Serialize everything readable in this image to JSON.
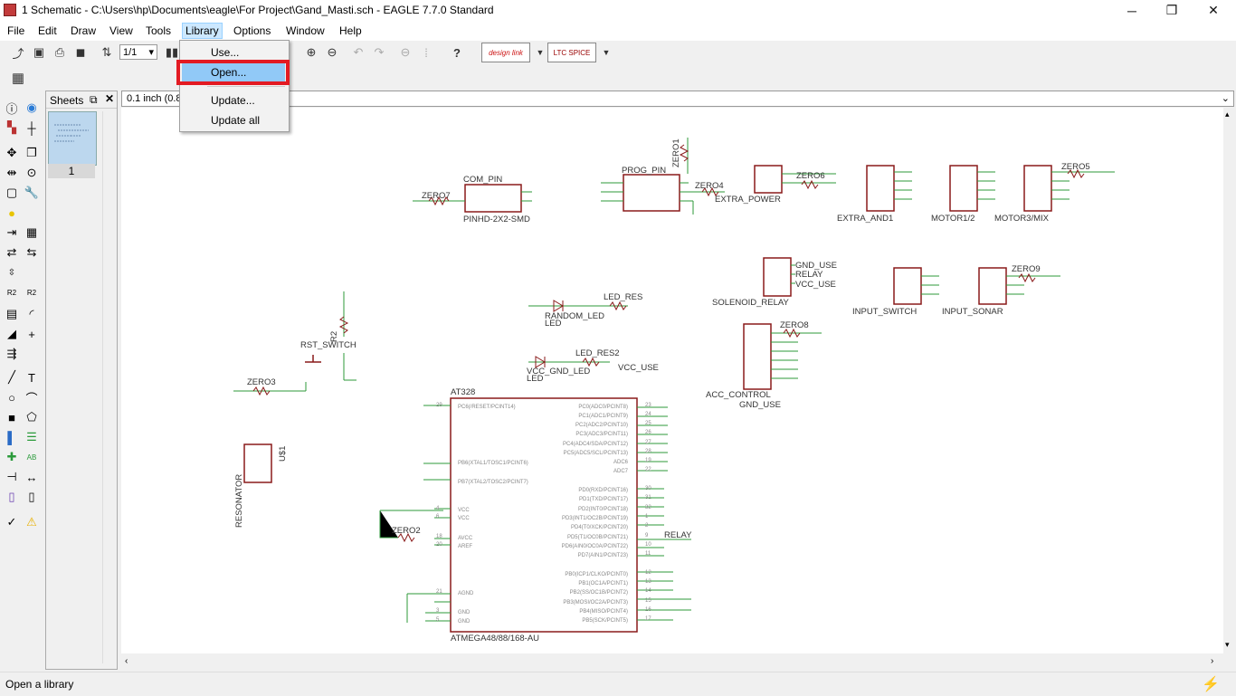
{
  "window": {
    "title": "1 Schematic - C:\\Users\\hp\\Documents\\eagle\\For Project\\Gand_Masti.sch - EAGLE 7.7.0 Standard",
    "minimize": "─",
    "restore": "❐",
    "close": "✕"
  },
  "menubar": {
    "items": [
      "File",
      "Edit",
      "Draw",
      "View",
      "Tools",
      "Library",
      "Options",
      "Window",
      "Help"
    ],
    "active": "Library"
  },
  "toolbar": {
    "sheet_select": "1/1",
    "design_link": "design link",
    "ltspice": "LTC SPICE"
  },
  "library_menu": {
    "items": [
      "Use...",
      "Open...",
      "Update...",
      "Update all"
    ],
    "highlighted": "Open..."
  },
  "sheets_panel": {
    "title": "Sheets",
    "sheet_number": "1"
  },
  "coord_bar": {
    "value": "0.1 inch (0.8"
  },
  "schematic": {
    "labels": {
      "com_pin": "COM_PIN",
      "pinhd": "PINHD-2X2-SMD",
      "zero7": "ZERO7",
      "prog_pin": "PROG_PIN",
      "zero1": "ZERO1",
      "zero4": "ZERO4",
      "extra_power": "EXTRA_POWER",
      "zero6": "ZERO6",
      "extra_and1": "EXTRA_AND1",
      "motor12": "MOTOR1/2",
      "motor3mix": "MOTOR3/MIX",
      "zero5": "ZERO5",
      "gnd_use": "GND_USE",
      "relay": "RELAY",
      "vcc_use": "VCC_USE",
      "solenoid_relay": "SOLENOID_RELAY",
      "input_switch": "INPUT_SWITCH",
      "input_sonar": "INPUT_SONAR",
      "zero9": "ZERO9",
      "led_res": "LED_RES",
      "random_led": "RANDOM_LED",
      "led": "LED",
      "led_res2": "LED_RES2",
      "vcc_gnd_led": "VCC_GND_LED",
      "vcc_use2": "VCC_USE",
      "zero8": "ZERO8",
      "acc_control": "ACC_CONTROL",
      "gnd_use2": "GND_USE",
      "r2": "R2",
      "rst_switch": "RST_SWITCH",
      "zero3": "ZERO3",
      "resonator": "RESONATOR",
      "us1": "U$1",
      "at328": "AT328",
      "atmega": "ATMEGA48/88/168-AU",
      "zero2": "ZERO2",
      "relay2": "RELAY"
    },
    "mcu_left_pins": [
      "PC6(/RESET/PCINT14)",
      "PB6(XTAL1/TOSC1/PCINT6)",
      "PB7(XTAL2/TOSC2/PCINT7)",
      "VCC",
      "VCC",
      "AVCC",
      "AREF",
      "AGND",
      "GND",
      "GND"
    ],
    "mcu_left_nums": [
      "29",
      "",
      "",
      "4",
      "6",
      "18",
      "20",
      "21",
      "3",
      "5"
    ],
    "mcu_right_pins": [
      "PC0(ADC0/PCINT8)",
      "PC1(ADC1/PCINT9)",
      "PC2(ADC2/PCINT10)",
      "PC3(ADC3/PCINT11)",
      "PC4(ADC4/SDA/PCINT12)",
      "PC5(ADC5/SCL/PCINT13)",
      "ADC6",
      "ADC7",
      "PD0(RXD/PCINT16)",
      "PD1(TXD/PCINT17)",
      "PD2(INT0/PCINT18)",
      "PD3(INT1/OC2B/PCINT19)",
      "PD4(T0/XCK/PCINT20)",
      "PD5(T1/OC0B/PCINT21)",
      "PD6(AIN0/OC0A/PCINT22)",
      "PD7(AIN1/PCINT23)",
      "PB0(ICP1/CLKO/PCINT0)",
      "PB1(OC1A/PCINT1)",
      "PB2(SS/OC1B/PCINT2)",
      "PB3(MOSI/OC2A/PCINT3)",
      "PB4(MISO/PCINT4)",
      "PB5(SCK/PCINT5)"
    ],
    "mcu_right_nums": [
      "23",
      "24",
      "25",
      "26",
      "27",
      "28",
      "19",
      "22",
      "30",
      "31",
      "32",
      "1",
      "2",
      "9",
      "10",
      "11",
      "12",
      "13",
      "14",
      "15",
      "16",
      "17"
    ]
  },
  "statusbar": {
    "text": "Open a library"
  }
}
